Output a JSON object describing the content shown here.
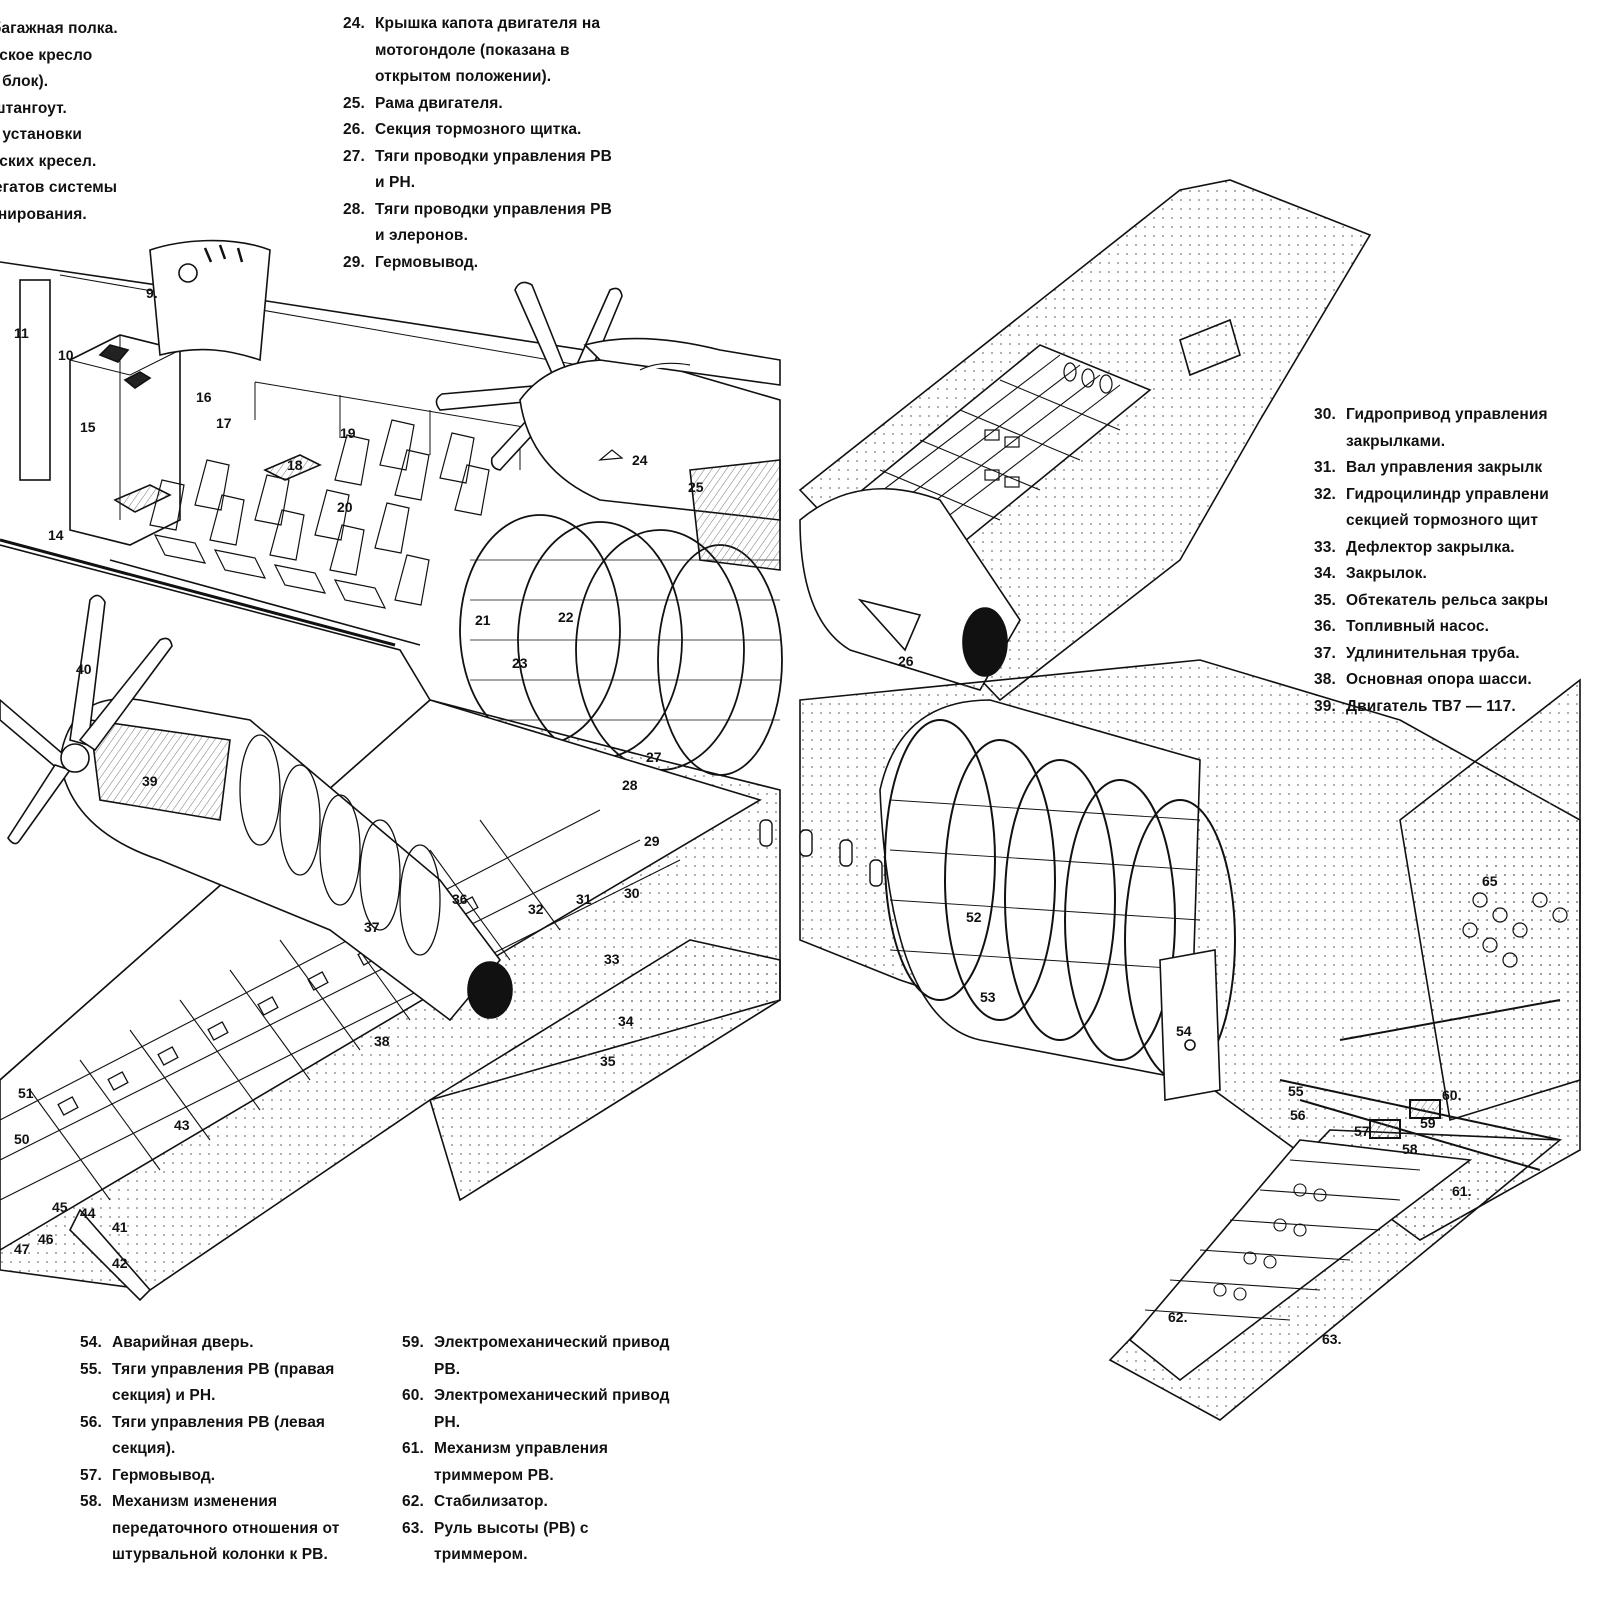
{
  "legend_top_left": [
    {
      "num": "",
      "lines": [
        "яя багажная полка."
      ]
    },
    {
      "num": "",
      "lines": [
        "жирское кресло",
        "ной блок)."
      ]
    },
    {
      "num": "",
      "lines": [
        "ой штангоут."
      ]
    },
    {
      "num": "",
      "lines": [
        "для установки",
        "жирских кресел."
      ]
    },
    {
      "num": "",
      "lines": [
        "агрегатов системы",
        "ционирования."
      ]
    }
  ],
  "legend_top_center": [
    {
      "num": "24.",
      "lines": [
        "Крышка капота двигателя на",
        "мотогондоле (показана в",
        "открытом положении)."
      ]
    },
    {
      "num": "25.",
      "lines": [
        "Рама двигателя."
      ]
    },
    {
      "num": "26.",
      "lines": [
        "Секция тормозного щитка."
      ]
    },
    {
      "num": "27.",
      "lines": [
        "Тяги проводки управления РВ",
        "и РН."
      ]
    },
    {
      "num": "28.",
      "lines": [
        "Тяги проводки управления РВ",
        "и элеронов."
      ]
    },
    {
      "num": "29.",
      "lines": [
        "Гермовывод."
      ]
    }
  ],
  "legend_right": [
    {
      "num": "30.",
      "lines": [
        "Гидропривод управления",
        "закрылками."
      ]
    },
    {
      "num": "31.",
      "lines": [
        "Вал управления закрылк"
      ]
    },
    {
      "num": "32.",
      "lines": [
        "Гидроцилиндр управлени",
        "секцией тормозного щит"
      ]
    },
    {
      "num": "33.",
      "lines": [
        "Дефлектор закрылка."
      ]
    },
    {
      "num": "34.",
      "lines": [
        "Закрылок."
      ]
    },
    {
      "num": "35.",
      "lines": [
        "Обтекатель рельса закры"
      ]
    },
    {
      "num": "36.",
      "lines": [
        "Топливный насос."
      ]
    },
    {
      "num": "37.",
      "lines": [
        "Удлинительная труба."
      ]
    },
    {
      "num": "38.",
      "lines": [
        "Основная опора шасси."
      ]
    },
    {
      "num": "39.",
      "lines": [
        "Двигатель ТВ7 — 117."
      ]
    }
  ],
  "legend_bottom_left": [
    {
      "num": "54.",
      "lines": [
        "Аварийная дверь."
      ]
    },
    {
      "num": "55.",
      "lines": [
        "Тяги управления РВ (правая",
        "секция) и РН."
      ]
    },
    {
      "num": "56.",
      "lines": [
        "Тяги управления РВ (левая",
        "секция)."
      ]
    },
    {
      "num": "57.",
      "lines": [
        "Гермовывод."
      ]
    },
    {
      "num": "58.",
      "lines": [
        "Механизм изменения",
        "передаточного отношения от",
        "штурвальной колонки к РВ."
      ]
    }
  ],
  "legend_bottom_center": [
    {
      "num": "59.",
      "lines": [
        "Электромеханический привод",
        "РВ."
      ]
    },
    {
      "num": "60.",
      "lines": [
        "Электромеханический привод",
        "РН."
      ]
    },
    {
      "num": "61.",
      "lines": [
        "Механизм управления",
        "триммером РВ."
      ]
    },
    {
      "num": "62.",
      "lines": [
        "Стабилизатор."
      ]
    },
    {
      "num": "63.",
      "lines": [
        "Руль высоты (РВ) с",
        "триммером."
      ]
    }
  ],
  "callouts": [
    "9.",
    "10",
    "11",
    "14",
    "15",
    "16",
    "17",
    "18",
    "19",
    "20",
    "21",
    "22",
    "23",
    "24",
    "25",
    "26",
    "27",
    "28",
    "29",
    "30",
    "31",
    "32",
    "33",
    "34",
    "35",
    "36",
    "37",
    "38",
    "39",
    "40",
    "41",
    "42",
    "43",
    "44",
    "45",
    "46",
    "47",
    "50",
    "51",
    "52",
    "53",
    "54",
    "55",
    "56",
    "57",
    "58",
    "59",
    "60.",
    "61.",
    "62.",
    "63.",
    "65"
  ]
}
